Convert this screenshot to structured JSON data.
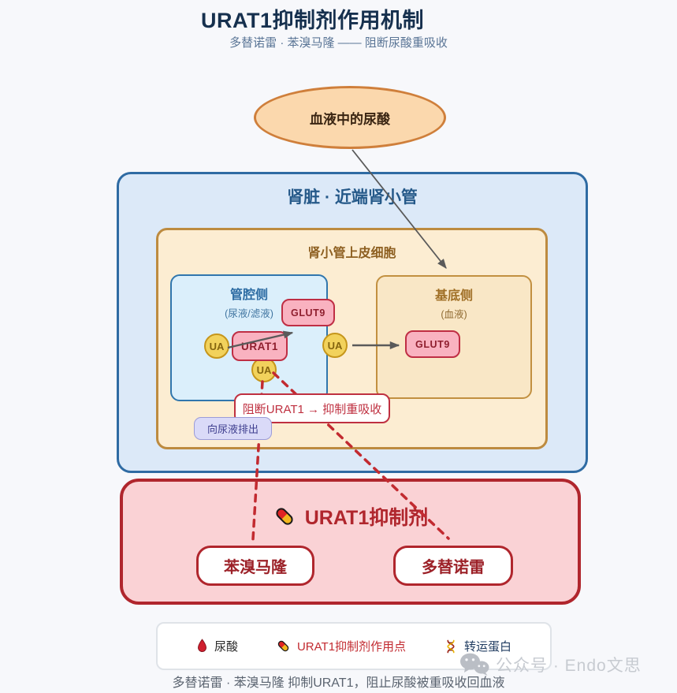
{
  "header": {
    "title": "URAT1抑制剂作用机制",
    "subtitle": "多替诺雷 · 苯溴马隆 —— 阻断尿酸重吸收"
  },
  "blood_uric_acid": {
    "label": "血液中的尿酸"
  },
  "kidney": {
    "title": "肾脏 · 近端肾小管",
    "epithelial_cell": {
      "title": "肾小管上皮细胞",
      "lumen_side": {
        "title": "管腔侧",
        "subtitle": "(尿液/滤液)"
      },
      "basolateral_side": {
        "title": "基底侧",
        "subtitle": "(血液)"
      },
      "glut9_apical": "GLUT9",
      "urat1": "URAT1",
      "glut9_basolateral": "GLUT9",
      "ua": "UA"
    }
  },
  "annotations": {
    "block_urat1": "阻断URAT1 → 抑制重吸收",
    "excrete_urine": "向尿液排出"
  },
  "inhibitor_panel": {
    "title": "URAT1抑制剂",
    "drugs": [
      {
        "name": "苯溴马隆"
      },
      {
        "name": "多替诺雷"
      }
    ]
  },
  "legend": {
    "items": [
      {
        "icon": "uric-acid-drop-icon",
        "label": "尿酸"
      },
      {
        "icon": "pill-icon",
        "label": "URAT1抑制剂作用点"
      },
      {
        "icon": "transporter-icon",
        "label": "转运蛋白"
      }
    ]
  },
  "caption": "多替诺雷 · 苯溴马隆 抑制URAT1，阻止尿酸被重吸收回血液",
  "watermark": {
    "label": "公众号 · Endo文思"
  },
  "colors": {
    "accent_red": "#b0262d",
    "dashed_red": "#c22a30",
    "badge_pink": "#f9b2c0",
    "badge_border": "#bf2e44",
    "ua_yellow": "#f2d25c",
    "kidney_blue": "#dce9f8",
    "cell_cream": "#fcedd2",
    "ellipse_orange": "#fbd8ad",
    "arrow_gray": "#5a5a5a"
  }
}
